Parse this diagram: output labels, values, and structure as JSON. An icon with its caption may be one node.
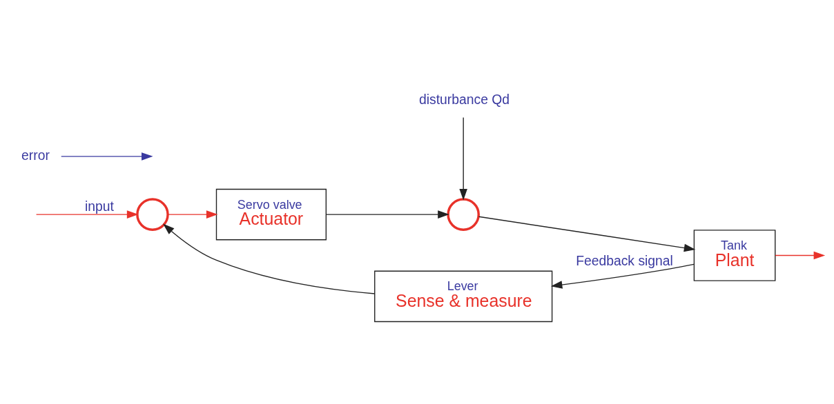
{
  "diagram": {
    "nodes": [
      {
        "text": [],
        "shape": "circle"
      },
      {
        "text": [
          "Servo valve",
          "Actuator"
        ]
      },
      {
        "text": [],
        "shape": "circle"
      },
      {
        "text": [
          "Tank",
          "Plant"
        ]
      },
      {
        "text": [
          "Lever",
          "Sense & measure"
        ]
      },
      {
        "text": [
          "disturbance Qd"
        ]
      },
      {
        "text": [
          "error"
        ]
      }
    ],
    "edges": [
      {
        "from": null,
        "to": 0,
        "arrow": "to",
        "label": "input",
        "color": "#e8322a"
      },
      {
        "from": 0,
        "to": 1,
        "arrow": "to",
        "color": "#e8322a"
      },
      {
        "from": 1,
        "to": 2,
        "arrow": "to"
      },
      {
        "from": 5,
        "to": 2,
        "arrow": "to"
      },
      {
        "from": 2,
        "to": 3,
        "arrow": "to"
      },
      {
        "from": 3,
        "to": null,
        "arrow": "to",
        "color": "#e8322a"
      },
      {
        "from": 3,
        "to": 4,
        "arrow": "to",
        "label": "Feedback signal"
      },
      {
        "from": 4,
        "to": 0,
        "arrow": "to"
      },
      {
        "from": 6,
        "to": null,
        "arrow": "to",
        "color": "#3a3aa0"
      }
    ]
  }
}
